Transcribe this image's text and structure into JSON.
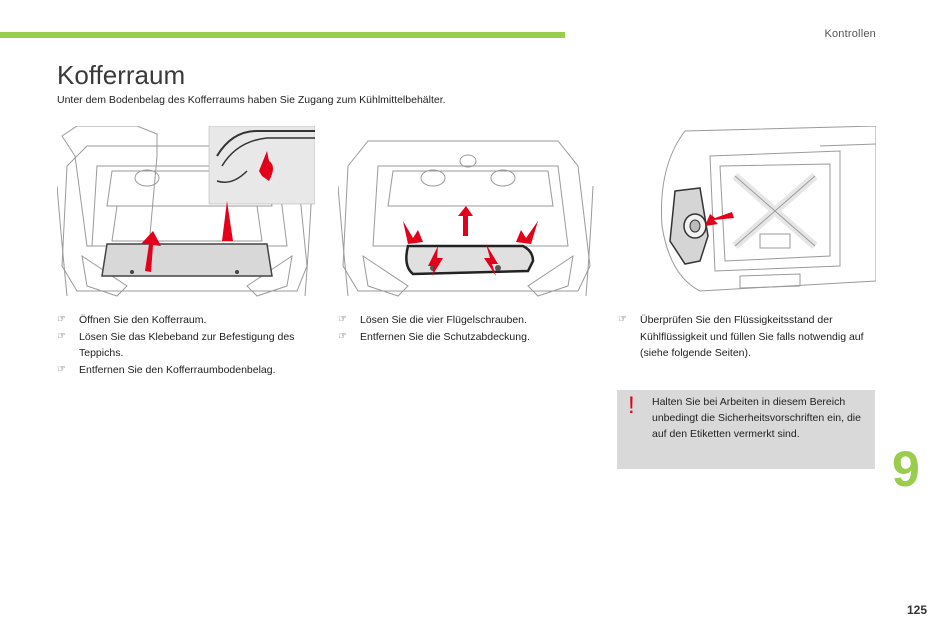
{
  "header": {
    "section": "Kontrollen"
  },
  "title": "Kofferraum",
  "subtitle": "Unter dem Bodenbelag des Kofferraums haben Sie Zugang zum Kühlmittelbehälter.",
  "columns": [
    {
      "steps": [
        "Öffnen Sie den Kofferraum.",
        "Lösen Sie das Klebeband zur Befestigung des Teppichs.",
        "Entfernen Sie den Kofferraumbodenbelag."
      ]
    },
    {
      "steps": [
        "Lösen Sie die vier Flügelschrauben.",
        "Entfernen Sie die Schutzabdeckung."
      ]
    },
    {
      "steps": [
        "Überprüfen Sie den Flüssigkeitsstand der Kühlflüssigkeit und füllen Sie falls notwendig auf (siehe folgende Seiten)."
      ]
    }
  ],
  "warning": {
    "symbol": "!",
    "text": "Halten Sie bei Arbeiten in diesem Bereich unbedingt die Sicherheitsvorschriften ein, die auf den Etiketten vermerkt sind."
  },
  "chapter": "9",
  "page": "125",
  "bullet_symbol": "☞",
  "colors": {
    "accent": "#9acd4e",
    "arrow": "#e2001a",
    "warning_bg": "#d9d9d9"
  },
  "icons": [
    "pointing-hand-icon",
    "warning-icon",
    "red-arrow-icon"
  ]
}
